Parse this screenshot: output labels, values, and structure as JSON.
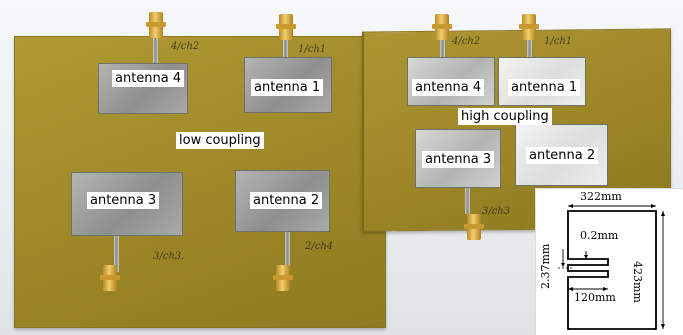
{
  "low_board": {
    "caption": "low coupling",
    "antennas": [
      "antenna 4",
      "antenna 1",
      "antenna 3",
      "antenna 2"
    ],
    "handwriting": [
      "4/ch2",
      "1/ch1",
      "3/ch3.",
      "2/ch4"
    ]
  },
  "high_board": {
    "caption": "high coupling",
    "antennas": [
      "antenna 4",
      "antenna 1",
      "antenna 3",
      "antenna 2"
    ],
    "handwriting": [
      "4/ch2",
      "1/ch1",
      "3/ch3"
    ]
  },
  "inset": {
    "width_label": "322mm",
    "height_label": "423mm",
    "gap_label": "0.2mm",
    "offset_label": "2.37mm",
    "slot_label": "120mm"
  }
}
